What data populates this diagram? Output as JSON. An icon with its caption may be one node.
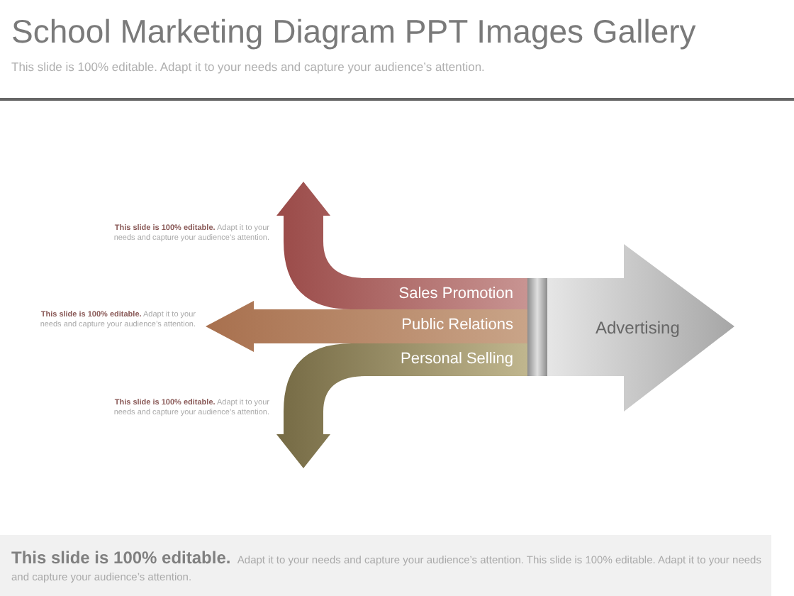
{
  "diagram": {
    "title": "School Marketing Diagram PPT Images Gallery",
    "nodes": [
      {
        "text": [
          "Sales Promotion"
        ]
      },
      {
        "text": [
          "Public Relations"
        ]
      },
      {
        "text": [
          "Personal Selling"
        ]
      },
      {
        "text": [
          "Advertising"
        ]
      }
    ],
    "labels": [
      "This slide is 100% editable. Adapt it to your needs and capture your audience’s attention.",
      "**This slide is 100% editable.** Adapt it to your needs and capture your audience’s attention.",
      "**This slide is 100% editable.** Adapt it to your needs and capture your audience’s attention.",
      "**This slide is 100% editable.** Adapt it to your needs and capture your audience’s attention.",
      "**This slide is 100% editable.** Adapt it to your needs and capture your audience’s attention. This slide is 100% editable. Adapt it to your needs and capture your audience’s attention."
    ]
  }
}
